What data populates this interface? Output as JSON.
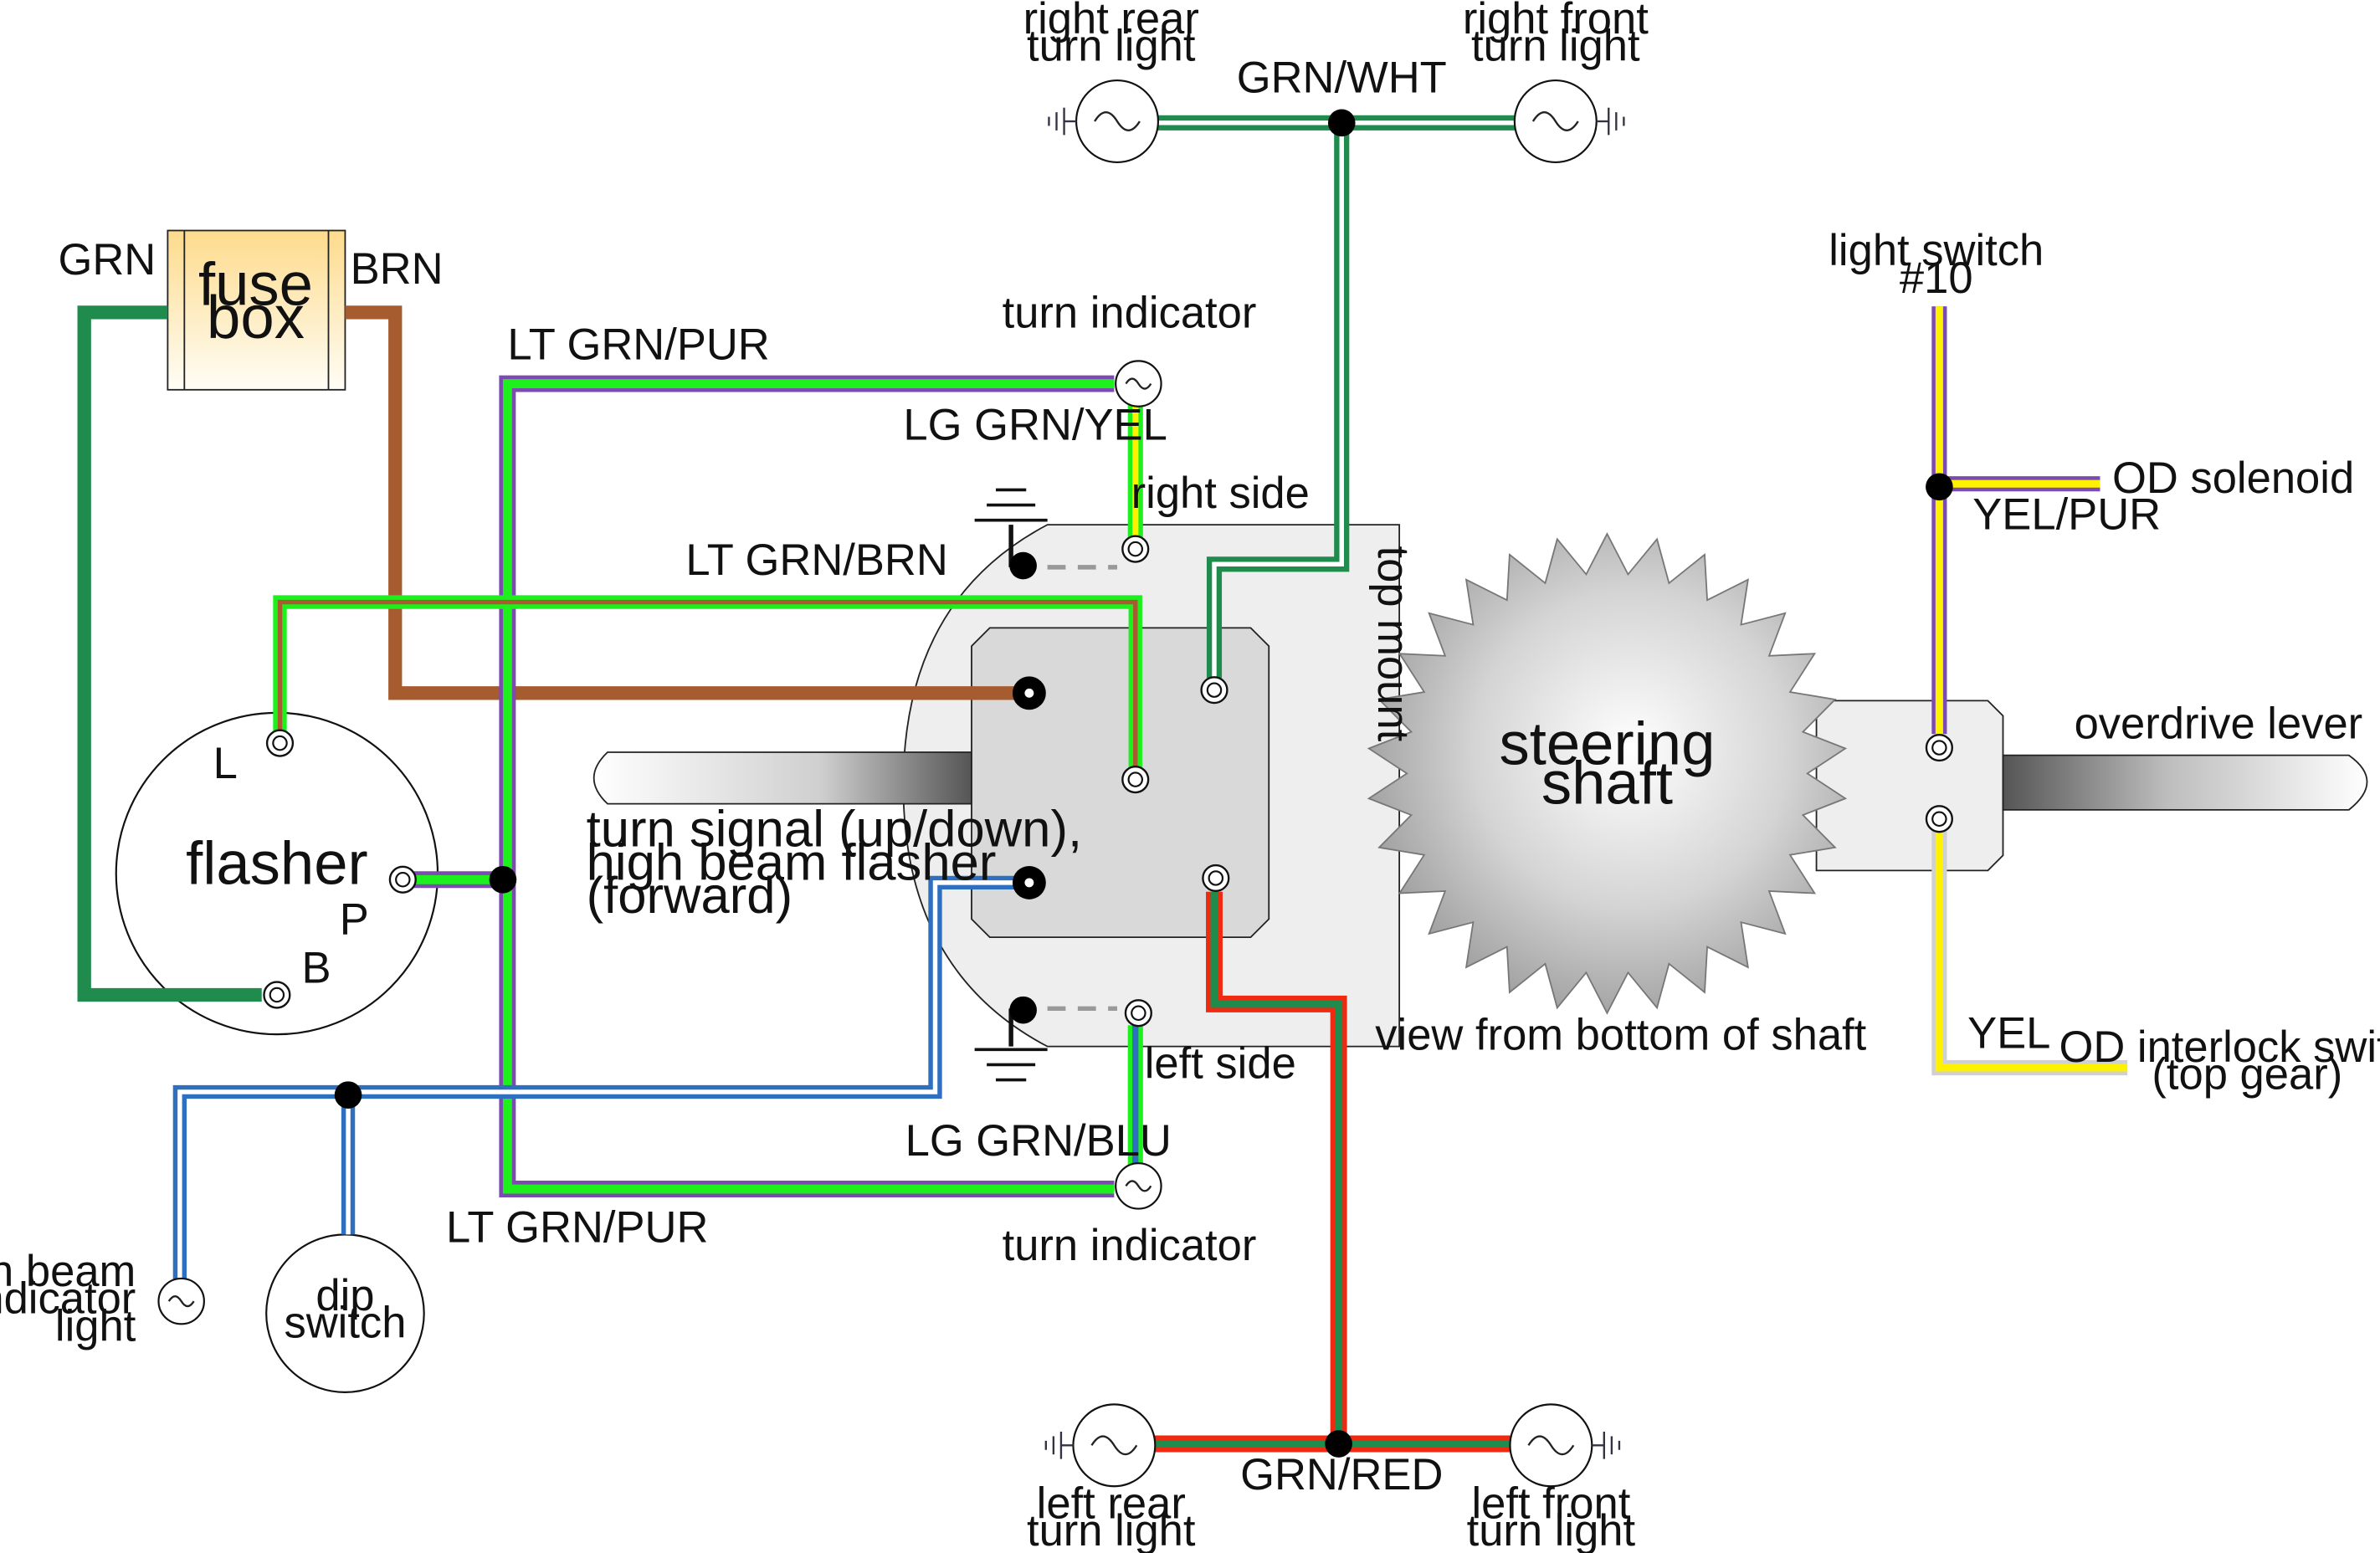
{
  "colors": {
    "green_dark": "#1f8c4e",
    "light_green": "#1ef01e",
    "purple": "#7b4bb0",
    "brown": "#a65c2f",
    "blue": "#2f6fbf",
    "yellow": "#fff200",
    "red": "#ee2a10",
    "light_gray_wire": "#d0d0d0",
    "fuse_top": "#fddb8c",
    "fuse_bottom": "#fffdf6",
    "switch_body": "#eeeeee",
    "switch_inner": "#d9d9d9"
  },
  "labels": {
    "right_rear_turn_light": [
      "right rear",
      "turn light"
    ],
    "right_front_turn_light": [
      "right front",
      "turn light"
    ],
    "grn_wht": "GRN/WHT",
    "fuse_box": [
      "fuse",
      "box"
    ],
    "grn": "GRN",
    "brn": "BRN",
    "lt_grn_pur_top": "LT GRN/PUR",
    "turn_indicator_top": "turn indicator",
    "lg_grn_yel": "LG GRN/YEL",
    "right_side": "right side",
    "top_mount": "top mount",
    "lt_grn_brn": "LT GRN/BRN",
    "flasher": "flasher",
    "flasher_L": "L",
    "flasher_P": "P",
    "flasher_B": "B",
    "switch_desc": [
      "turn signal (up/down),",
      "high beam flasher",
      "(forward)"
    ],
    "steering_shaft": [
      "steering",
      "shaft"
    ],
    "view_from_bottom": "view from bottom of shaft",
    "light_switch": [
      "light switch",
      "#10"
    ],
    "od_solenoid": "OD solenoid",
    "yel_pur": "YEL/PUR",
    "overdrive_lever": "overdrive lever",
    "yel": "YEL",
    "od_interlock": [
      "OD interlock switch",
      "(top gear)"
    ],
    "left_side": "left side",
    "lg_grn_blu": "LG GRN/BLU",
    "lt_grn_pur_bottom": "LT GRN/PUR",
    "turn_indicator_bottom": "turn indicator",
    "high_beam_indicator": [
      "high beam",
      "indicator",
      "light"
    ],
    "dip_switch": [
      "dip",
      "switch"
    ],
    "grn_red": "GRN/RED",
    "left_rear_turn_light": [
      "left rear",
      "turn light"
    ],
    "left_front_turn_light": [
      "left front",
      "turn light"
    ]
  }
}
